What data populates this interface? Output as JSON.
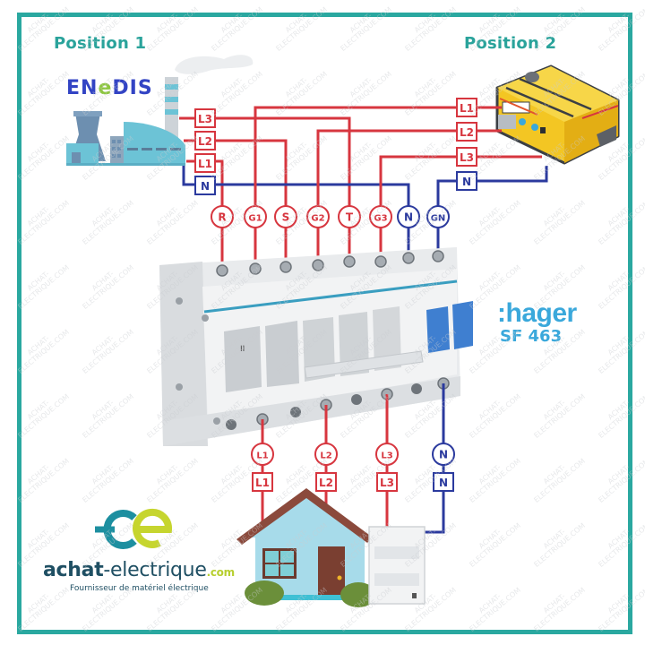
{
  "titles": {
    "position1": "Position 1",
    "position2": "Position 2"
  },
  "sources": {
    "grid": {
      "brand_prefix": "EN",
      "brand_middle": "e",
      "brand_suffix": "DIS",
      "icon": "power-plant-icon"
    },
    "generator": {
      "icon": "generator-icon"
    }
  },
  "grid_labels": [
    "L3",
    "L2",
    "L1",
    "N"
  ],
  "generator_labels": [
    "L1",
    "L2",
    "L3",
    "N"
  ],
  "switch_terminals_top": [
    "R",
    "G1",
    "S",
    "G2",
    "T",
    "G3",
    "N",
    "GN"
  ],
  "switch_terminals_bottom": [
    "L1",
    "L2",
    "L3",
    "N"
  ],
  "house_labels": [
    "L1",
    "L2",
    "L3",
    "N"
  ],
  "device": {
    "brand": ":hager",
    "model": "SF 463",
    "handle_marking": "II"
  },
  "company": {
    "name_bold": "achat",
    "name_rest": "-electrique",
    "tld": ".com",
    "tagline": "Fournisseur de matériel électrique"
  },
  "watermark_text": "ACHAT-\nELECTRIQUE.COM",
  "colors": {
    "frame": "#2aa8a0",
    "phase_wire": "#d7363f",
    "neutral_wire": "#2b3a9e",
    "title": "#2aa39b",
    "hager": "#3aa8db"
  }
}
